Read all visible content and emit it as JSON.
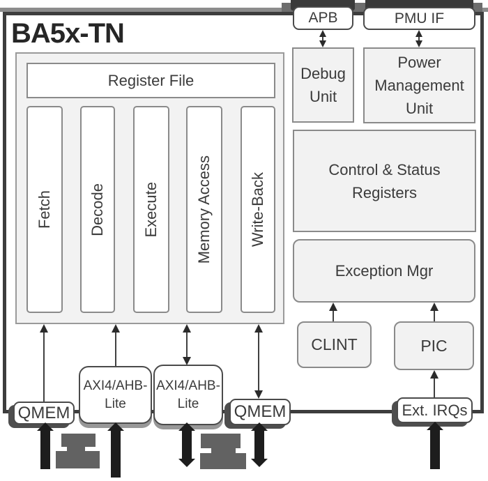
{
  "diagram": {
    "title": "BA5x-TN",
    "pipeline": {
      "register_file": "Register File",
      "stages": [
        "Fetch",
        "Decode",
        "Execute",
        "Memory Access",
        "Write-Back"
      ]
    },
    "top_interfaces": {
      "apb": "APB",
      "pmu_if": "PMU IF"
    },
    "right_units": {
      "debug_unit": "Debug Unit",
      "power_management_unit": "Power Management Unit",
      "control_status_registers": "Control & Status Registers",
      "exception_mgr": "Exception Mgr",
      "clint": "CLINT",
      "pic": "PIC"
    },
    "bottom_interfaces": {
      "qmem_left": "QMEM",
      "axi_left": "AXI4/AHB-Lite",
      "axi_right": "AXI4/AHB-Lite",
      "qmem_right": "QMEM",
      "ext_irqs": "Ext. IRQs"
    },
    "colors": {
      "outer_border": "#3d3d3d",
      "box_fill_gray": "#f2f2f2",
      "box_fill_white": "#ffffff",
      "thin_arrow": "#2b2b2b",
      "thick_arrow": "#1d1d1d",
      "text": "#3b3b3b",
      "shadow_gray": "#8c8c8c"
    }
  }
}
